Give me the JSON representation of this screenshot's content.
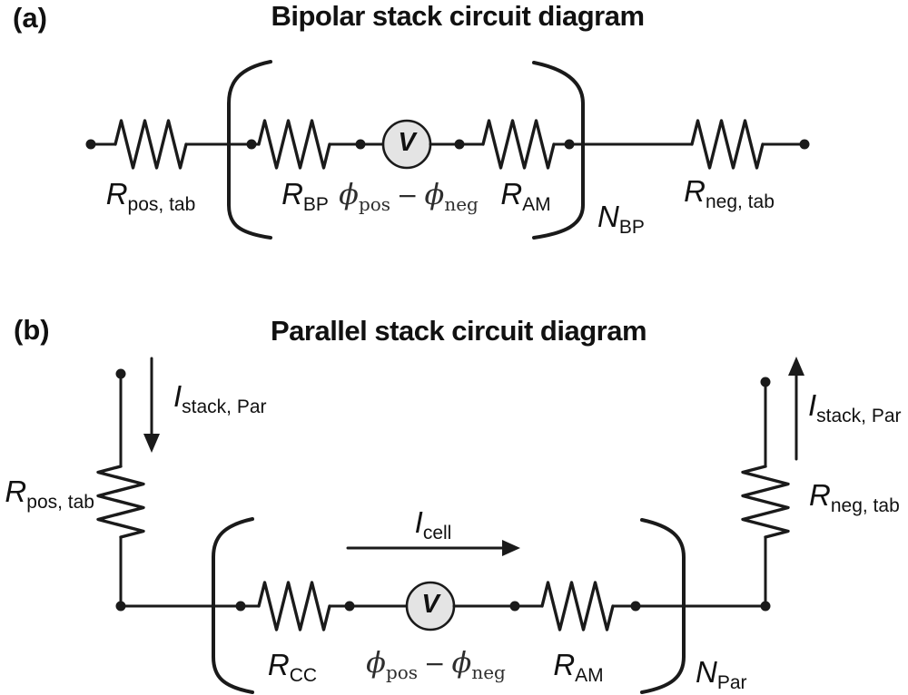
{
  "colors": {
    "line": "#1a1a1a",
    "phi_text": "#2e2e2e",
    "voltage_source_fill": "#e4e4e4"
  },
  "panel_a": {
    "tag": "(a)",
    "title": "Bipolar stack circuit diagram",
    "r_pos_tab": {
      "main": "R",
      "sub": "pos, tab"
    },
    "r_bp": {
      "main": "R",
      "sub": "BP"
    },
    "phi_diff": {
      "phi1": "ϕ",
      "sub1": "pos",
      "minus": "−",
      "phi2": "ϕ",
      "sub2": "neg"
    },
    "r_am": {
      "main": "R",
      "sub": "AM"
    },
    "n_bp": {
      "main": "N",
      "sub": "BP"
    },
    "r_neg_tab": {
      "main": "R",
      "sub": "neg, tab"
    },
    "voltage_source": "V"
  },
  "panel_b": {
    "tag": "(b)",
    "title": "Parallel stack circuit diagram",
    "i_stack_left": {
      "main": "I",
      "sub": "stack, Par"
    },
    "i_stack_right": {
      "main": "I",
      "sub": "stack, Par"
    },
    "i_cell": {
      "main": "I",
      "sub": "cell"
    },
    "r_pos_tab": {
      "main": "R",
      "sub": "pos, tab"
    },
    "r_cc": {
      "main": "R",
      "sub": "CC"
    },
    "phi_diff": {
      "phi1": "ϕ",
      "sub1": "pos",
      "minus": "−",
      "phi2": "ϕ",
      "sub2": "neg"
    },
    "r_am": {
      "main": "R",
      "sub": "AM"
    },
    "n_par": {
      "main": "N",
      "sub": "Par"
    },
    "r_neg_tab": {
      "main": "R",
      "sub": "neg, tab"
    },
    "voltage_source": "V"
  }
}
